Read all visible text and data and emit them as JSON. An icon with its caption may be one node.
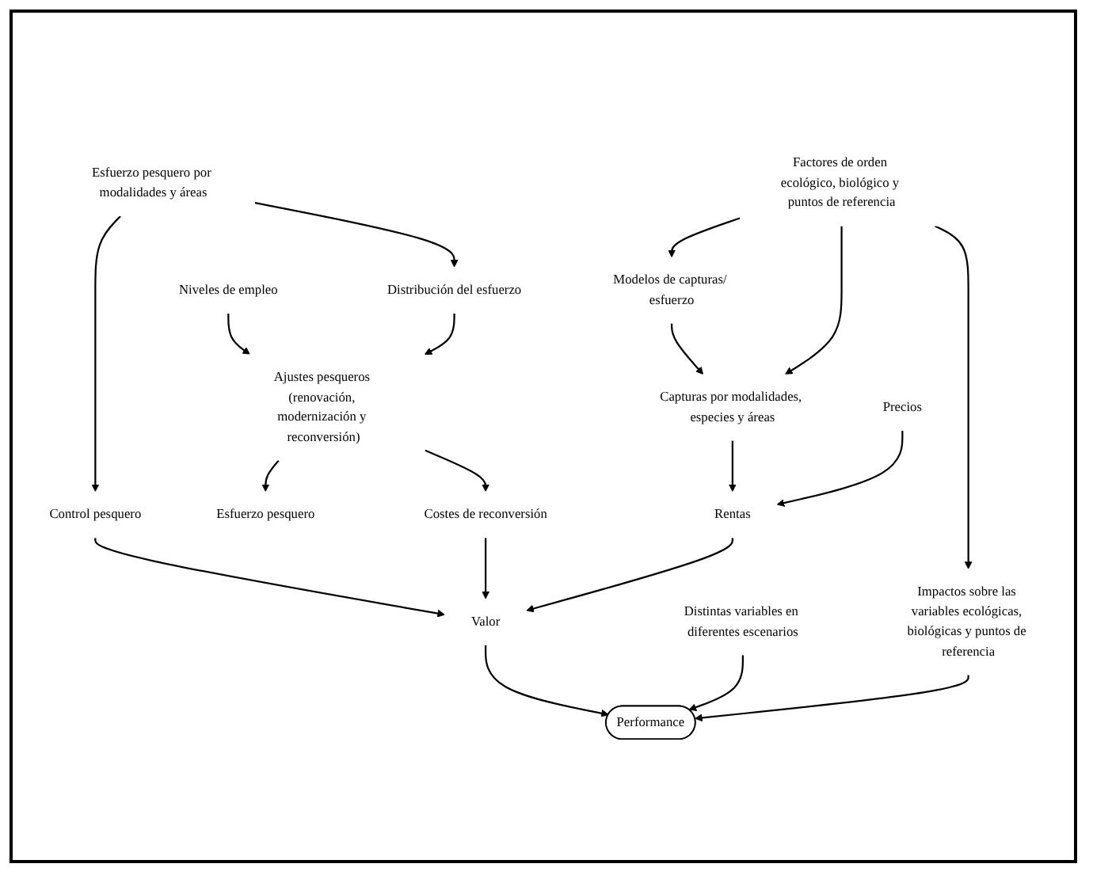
{
  "diagram": {
    "nodes": [
      {
        "text": [
          "Niveles de empleo"
        ]
      },
      {
        "text": [
          "Distribución del esfuerzo"
        ]
      },
      {
        "text": [
          "Esfuerzo pesquero por modalidades y áreas"
        ]
      },
      {
        "text": [
          "Ajustes pesqueros (renovación, modernización y reconversión)"
        ]
      },
      {
        "text": [
          "Control pesquero"
        ]
      },
      {
        "text": [
          "Modelos de capturas/ esfuerzo"
        ]
      },
      {
        "text": [
          "Factores de orden ecológico, biológico y puntos de referencia"
        ]
      },
      {
        "text": [
          "Esfuerzo pesquero"
        ]
      },
      {
        "text": [
          "Costes de reconversión"
        ]
      },
      {
        "text": [
          "Rentas"
        ]
      },
      {
        "text": [
          "Capturas por modalidades, especies y áreas"
        ]
      },
      {
        "text": [
          "Impactos sobre las variables ecológicas, biológicas y puntos de referencia"
        ]
      },
      {
        "text": [
          "Valor"
        ]
      },
      {
        "text": [
          "Precios"
        ]
      },
      {
        "text": [
          "Performance"
        ]
      },
      {
        "text": [
          "Distintas variables en diferentes escenarios"
        ]
      }
    ],
    "edges": [
      {
        "from": 0,
        "to": 3,
        "arrow": "to"
      },
      {
        "from": 2,
        "to": 1,
        "arrow": "to"
      },
      {
        "from": 2,
        "to": 4,
        "arrow": "to"
      },
      {
        "from": 1,
        "to": 3,
        "arrow": "to"
      },
      {
        "from": 3,
        "to": 7,
        "arrow": "to"
      },
      {
        "from": 3,
        "to": 8,
        "arrow": "to"
      },
      {
        "from": 6,
        "to": 5,
        "arrow": "to"
      },
      {
        "from": 5,
        "to": 10,
        "arrow": "to"
      },
      {
        "from": 6,
        "to": 10,
        "arrow": "to"
      },
      {
        "from": 6,
        "to": 11,
        "arrow": "to"
      },
      {
        "from": 10,
        "to": 9,
        "arrow": "to"
      },
      {
        "from": 4,
        "to": 12,
        "arrow": "to"
      },
      {
        "from": 8,
        "to": 12,
        "arrow": "to"
      },
      {
        "from": 9,
        "to": 12,
        "arrow": "to"
      },
      {
        "from": 13,
        "to": 9,
        "arrow": "to"
      },
      {
        "from": 12,
        "to": 14,
        "arrow": "to"
      },
      {
        "from": 15,
        "to": 14,
        "arrow": "to"
      },
      {
        "from": 11,
        "to": 14,
        "arrow": "to"
      }
    ]
  }
}
